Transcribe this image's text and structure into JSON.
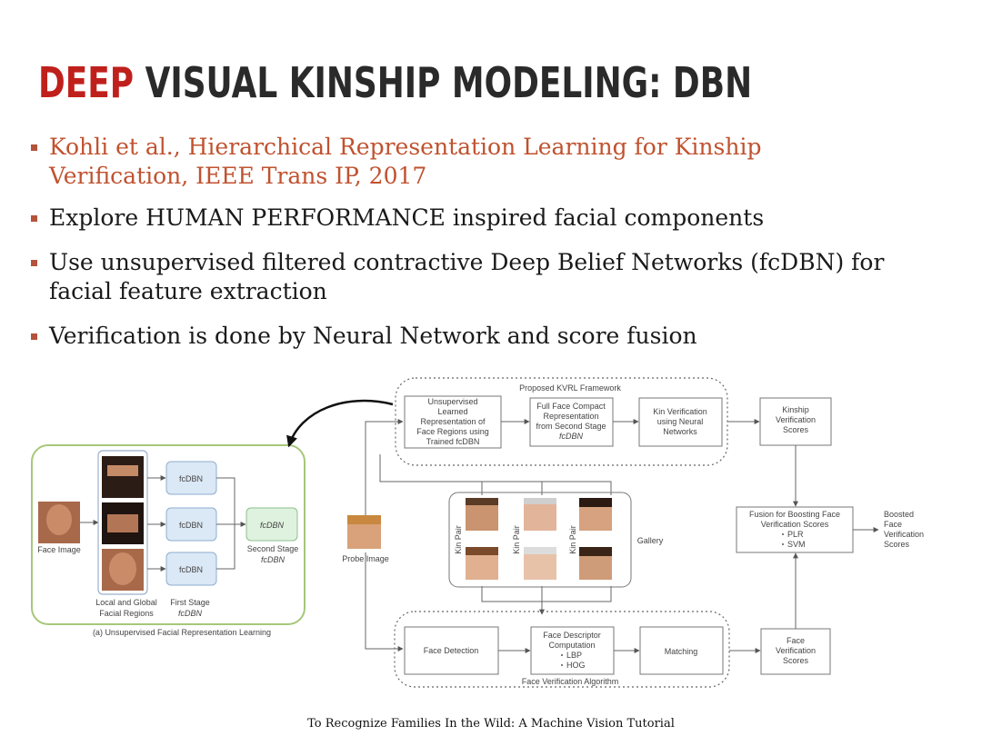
{
  "slide": {
    "title_accent": "DEEP",
    "title_rest": "VISUAL KINSHIP MODELING: DBN",
    "reference_line1": "Kohli et al., Hierarchical Representation Learning for Kinship",
    "reference_line2": "Verification, IEEE Trans IP, 2017",
    "bullet1": "Explore HUMAN PERFORMANCE inspired facial components",
    "bullet2_line1": "Use unsupervised filtered contractive Deep Belief Networks (fcDBN) for",
    "bullet2_line2": "facial feature extraction",
    "bullet3": "Verification is done by Neural Network and score fusion",
    "footer": "To Recognize Families In the Wild: A Machine Vision Tutorial"
  },
  "diagram": {
    "left_panel": {
      "face_image_label": "Face Image",
      "fcdbn_label": "fcDBN",
      "second_stage_fcdbn": "fcDBN",
      "second_stage_label": "Second Stage",
      "second_stage_sub": "fcDBN",
      "regions_label_line1": "Local and Global",
      "regions_label_line2": "Facial Regions",
      "first_stage_label": "First Stage",
      "first_stage_sub": "fcDBN",
      "caption": "(a) Unsupervised Facial Representation Learning"
    },
    "framework": {
      "title": "Proposed KVRL Framework",
      "box1": [
        "Unsupervised",
        "Learned",
        "Representation of",
        "Face Regions using",
        "Trained fcDBN"
      ],
      "box2": [
        "Full Face Compact",
        "Representation",
        "from Second Stage",
        "fcDBN"
      ],
      "box3": [
        "Kin Verification",
        "using Neural",
        "Networks"
      ],
      "kinship_scores": [
        "Kinship",
        "Verification",
        "Scores"
      ]
    },
    "gallery": {
      "probe_label": "Probe Image",
      "gallery_label": "Gallery",
      "kin_pair_label": "Kin Pair"
    },
    "fusion": {
      "box": [
        "Fusion for Boosting Face",
        "Verification Scores"
      ],
      "items": [
        "PLR",
        "SVM"
      ],
      "boosted": [
        "Boosted",
        "Face",
        "Verification",
        "Scores"
      ]
    },
    "face_verification": {
      "title": "Face Verification  Algorithm",
      "detection": "Face Detection",
      "descriptor": [
        "Face Descriptor",
        "Computation"
      ],
      "descriptor_items": [
        "LBP",
        "HOG"
      ],
      "matching": "Matching",
      "scores": [
        "Face",
        "Verification",
        "Scores"
      ]
    }
  }
}
